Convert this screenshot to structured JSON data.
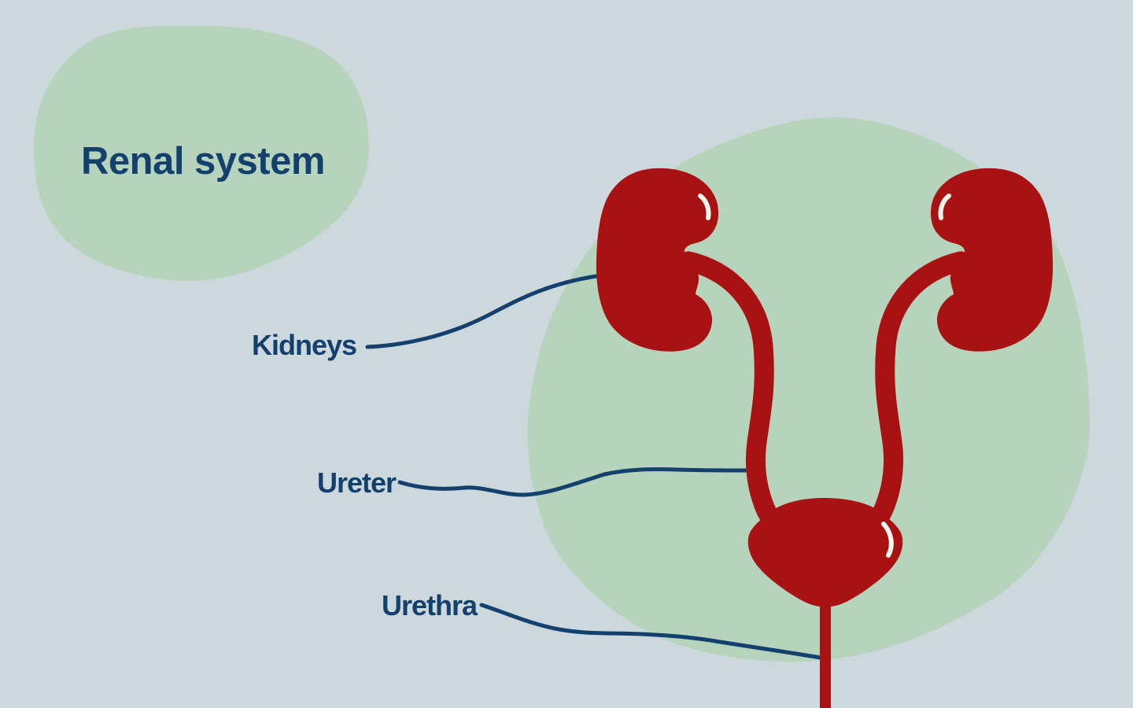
{
  "title": {
    "text": "Renal system"
  },
  "labels": {
    "kidneys": {
      "text": "Kidneys"
    },
    "ureter": {
      "text": "Ureter"
    },
    "urethra": {
      "text": "Urethra"
    }
  },
  "colors": {
    "background": "#ccd8dc",
    "blob_green": "#b6d3bb",
    "organ_red": "#a81212",
    "label_navy": "#14406d",
    "highlight_white": "#f2f4ee"
  }
}
